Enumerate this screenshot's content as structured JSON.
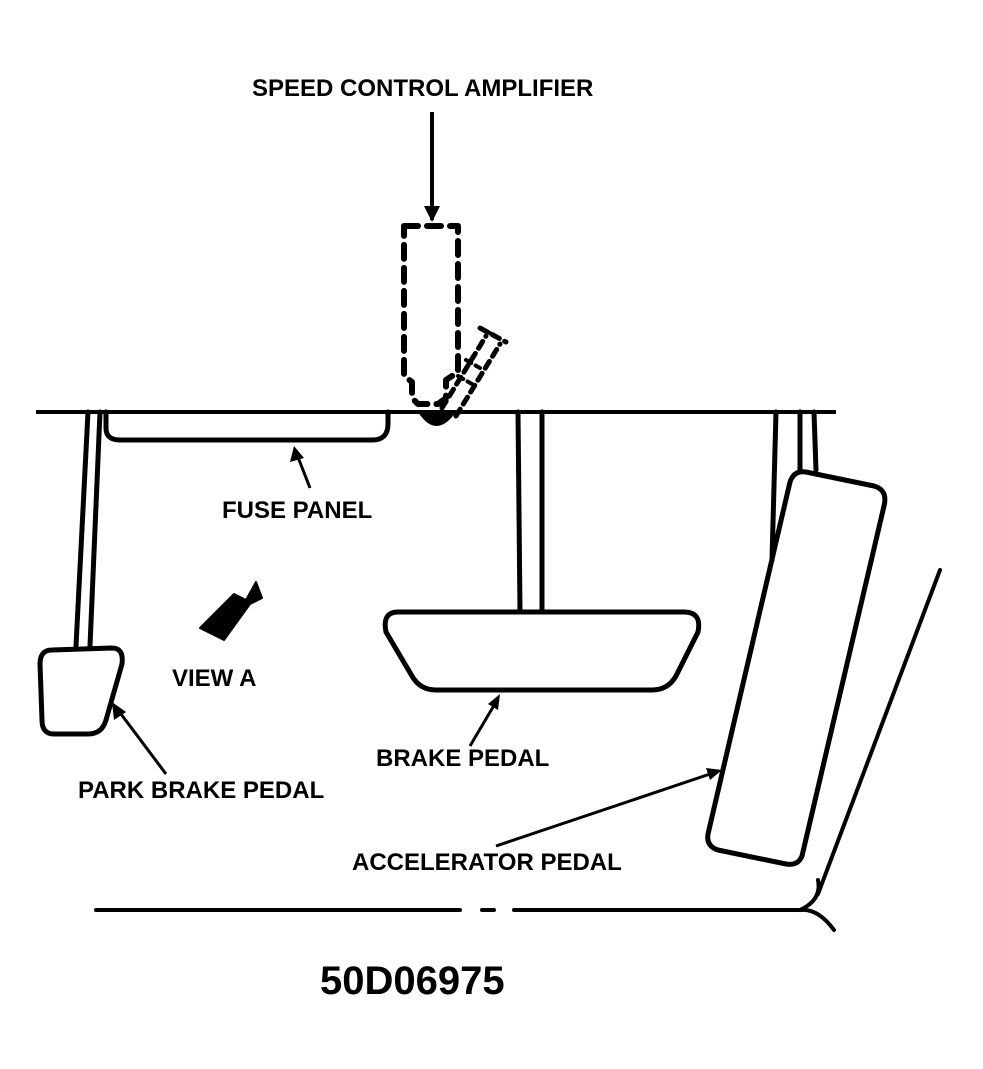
{
  "labels": {
    "speed_control_amplifier": "SPEED CONTROL AMPLIFIER",
    "fuse_panel": "FUSE PANEL",
    "view_a": "VIEW A",
    "brake_pedal": "BRAKE PEDAL",
    "park_brake_pedal": "PARK BRAKE PEDAL",
    "accelerator_pedal": "ACCELERATOR PEDAL"
  },
  "figure_id": "50D06975"
}
